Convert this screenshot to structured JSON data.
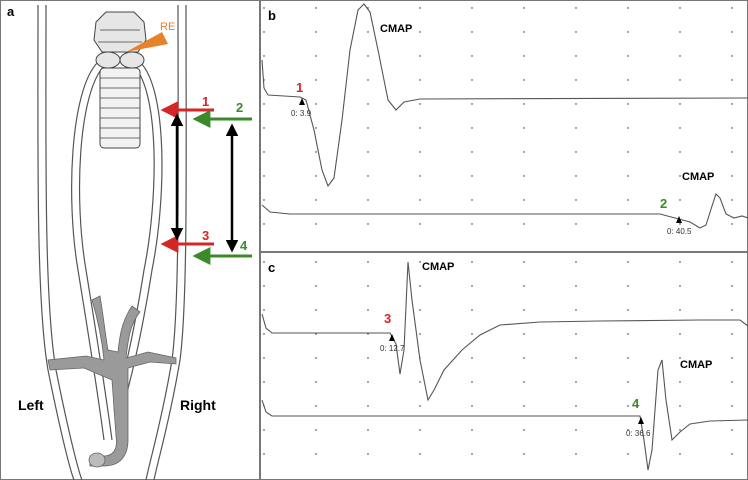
{
  "panels": {
    "a": {
      "letter": "a",
      "left_label": "Left",
      "right_label": "Right",
      "re_label": "RE",
      "markers": [
        {
          "num": "1",
          "color": "#d42626"
        },
        {
          "num": "2",
          "color": "#3a8a2a"
        },
        {
          "num": "3",
          "color": "#d42626"
        },
        {
          "num": "4",
          "color": "#3a8a2a"
        }
      ]
    },
    "b": {
      "letter": "b",
      "traces": [
        {
          "marker": "1",
          "color": "#d42626",
          "readout": "0: 3.9",
          "cmap": "CMAP"
        },
        {
          "marker": "2",
          "color": "#3a8a2a",
          "readout": "0: 40.5",
          "cmap": "CMAP"
        }
      ]
    },
    "c": {
      "letter": "c",
      "traces": [
        {
          "marker": "3",
          "color": "#d42626",
          "readout": "0: 12.7",
          "cmap": "CMAP"
        },
        {
          "marker": "4",
          "color": "#3a8a2a",
          "readout": "0: 36.6",
          "cmap": "CMAP"
        }
      ]
    }
  },
  "colors": {
    "red_arrow": "#d42626",
    "green_arrow": "#3a8a2a",
    "re_electrode": "#e8822a",
    "border": "#777777",
    "grid_dot": "#222222",
    "trace": "#555555",
    "anatomy_fill": "#9a9a9a"
  }
}
